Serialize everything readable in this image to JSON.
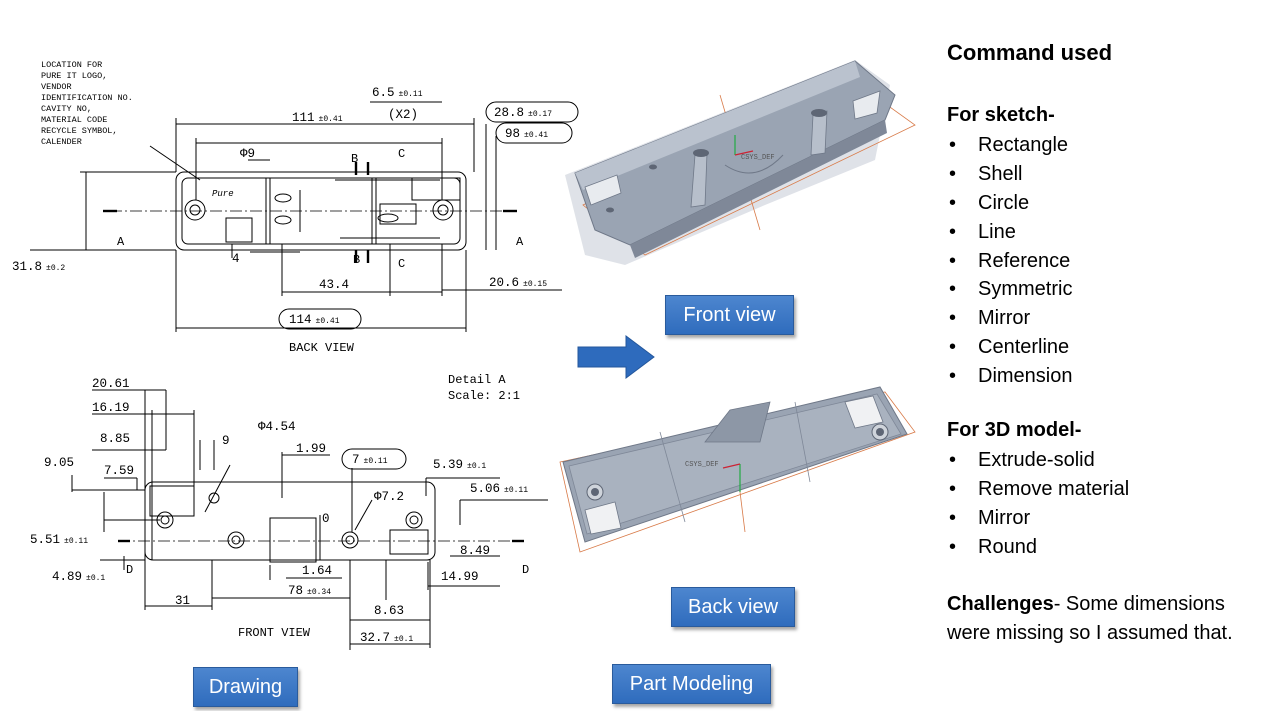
{
  "drawings": {
    "back_view_title": "BACK VIEW",
    "front_view_title": "FRONT VIEW",
    "note_lines": [
      "LOCATION FOR",
      "PURE IT LOGO,",
      "VENDOR",
      "IDENTIFICATION NO.",
      "CAVITY NO,",
      "MATERIAL CODE",
      "RECYCLE SYMBOL,",
      "CALENDER"
    ],
    "logo_text": "Pure",
    "section_labels": {
      "a": "A",
      "b": "B",
      "c": "C",
      "d": "D"
    },
    "detail": {
      "title": "Detail A",
      "scale": "Scale:  2:1"
    },
    "back_dims": [
      {
        "value": "111",
        "tol": "±0.41"
      },
      {
        "value": "6.5",
        "tol": "±0.11"
      },
      {
        "value": "(X2)",
        "tol": ""
      },
      {
        "value": "28.8",
        "tol": "±0.17"
      },
      {
        "value": "98",
        "tol": "±0.41"
      },
      {
        "value": "Φ9",
        "tol": ""
      },
      {
        "value": "31.8",
        "tol": "±0.2"
      },
      {
        "value": "4",
        "tol": ""
      },
      {
        "value": "43.4",
        "tol": ""
      },
      {
        "value": "20.6",
        "tol": "±0.15"
      },
      {
        "value": "114",
        "tol": "±0.41"
      }
    ],
    "front_dims": [
      {
        "value": "20.61",
        "tol": ""
      },
      {
        "value": "16.19",
        "tol": ""
      },
      {
        "value": "8.85",
        "tol": ""
      },
      {
        "value": "9",
        "tol": ""
      },
      {
        "value": "9.05",
        "tol": ""
      },
      {
        "value": "7.59",
        "tol": ""
      },
      {
        "value": "Φ4.54",
        "tol": ""
      },
      {
        "value": "1.99",
        "tol": ""
      },
      {
        "value": "7",
        "tol": "±0.11"
      },
      {
        "value": "5.39",
        "tol": "±0.1"
      },
      {
        "value": "Φ7.2",
        "tol": ""
      },
      {
        "value": "5.06",
        "tol": "±0.11"
      },
      {
        "value": "0",
        "tol": ""
      },
      {
        "value": "5.51",
        "tol": "±0.11"
      },
      {
        "value": "8.49",
        "tol": ""
      },
      {
        "value": "1.64",
        "tol": ""
      },
      {
        "value": "4.89",
        "tol": "±0.1"
      },
      {
        "value": "14.99",
        "tol": ""
      },
      {
        "value": "78",
        "tol": "±0.34"
      },
      {
        "value": "31",
        "tol": ""
      },
      {
        "value": "8.63",
        "tol": ""
      },
      {
        "value": "32.7",
        "tol": "±0.1"
      }
    ]
  },
  "labels": {
    "front_view": "Front  view",
    "back_view": "Back  view",
    "drawing": "Drawing",
    "part_modeling": "Part Modeling"
  },
  "model_tag": "CSYS_DEF",
  "panel": {
    "title": "Command used",
    "sketch_heading": "For sketch-",
    "sketch_items": [
      "Rectangle",
      "Shell",
      "Circle",
      "Line",
      "Reference",
      "Symmetric",
      "Mirror",
      "Centerline",
      "Dimension"
    ],
    "model_heading": "For 3D model-",
    "model_items": [
      "Extrude-solid",
      "Remove material",
      "Mirror",
      "Round"
    ],
    "challenges_label": "Challenges",
    "challenges_text": "- Some dimensions were missing so I assumed that."
  },
  "colors": {
    "button": "#2f6cbd",
    "arrow": "#2e6bbd",
    "model_body": "#9aa4b3",
    "plane": "#d87a48"
  }
}
